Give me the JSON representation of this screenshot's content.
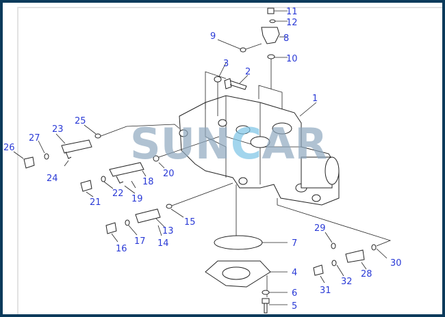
{
  "watermark": {
    "text_1": "SUN",
    "text_2": "C",
    "text_3": "AR"
  },
  "colors": {
    "frame": "#0b3a5b",
    "label": "#2a3ad6",
    "watermark": "#8fa9bf",
    "watermark_accent": "#7cc4e6"
  },
  "callouts": [
    "1",
    "2",
    "3",
    "4",
    "5",
    "6",
    "7",
    "8",
    "9",
    "10",
    "11",
    "12",
    "13",
    "14",
    "15",
    "16",
    "17",
    "18",
    "19",
    "20",
    "21",
    "22",
    "23",
    "24",
    "25",
    "26",
    "27",
    "28",
    "29",
    "30",
    "31",
    "32"
  ]
}
